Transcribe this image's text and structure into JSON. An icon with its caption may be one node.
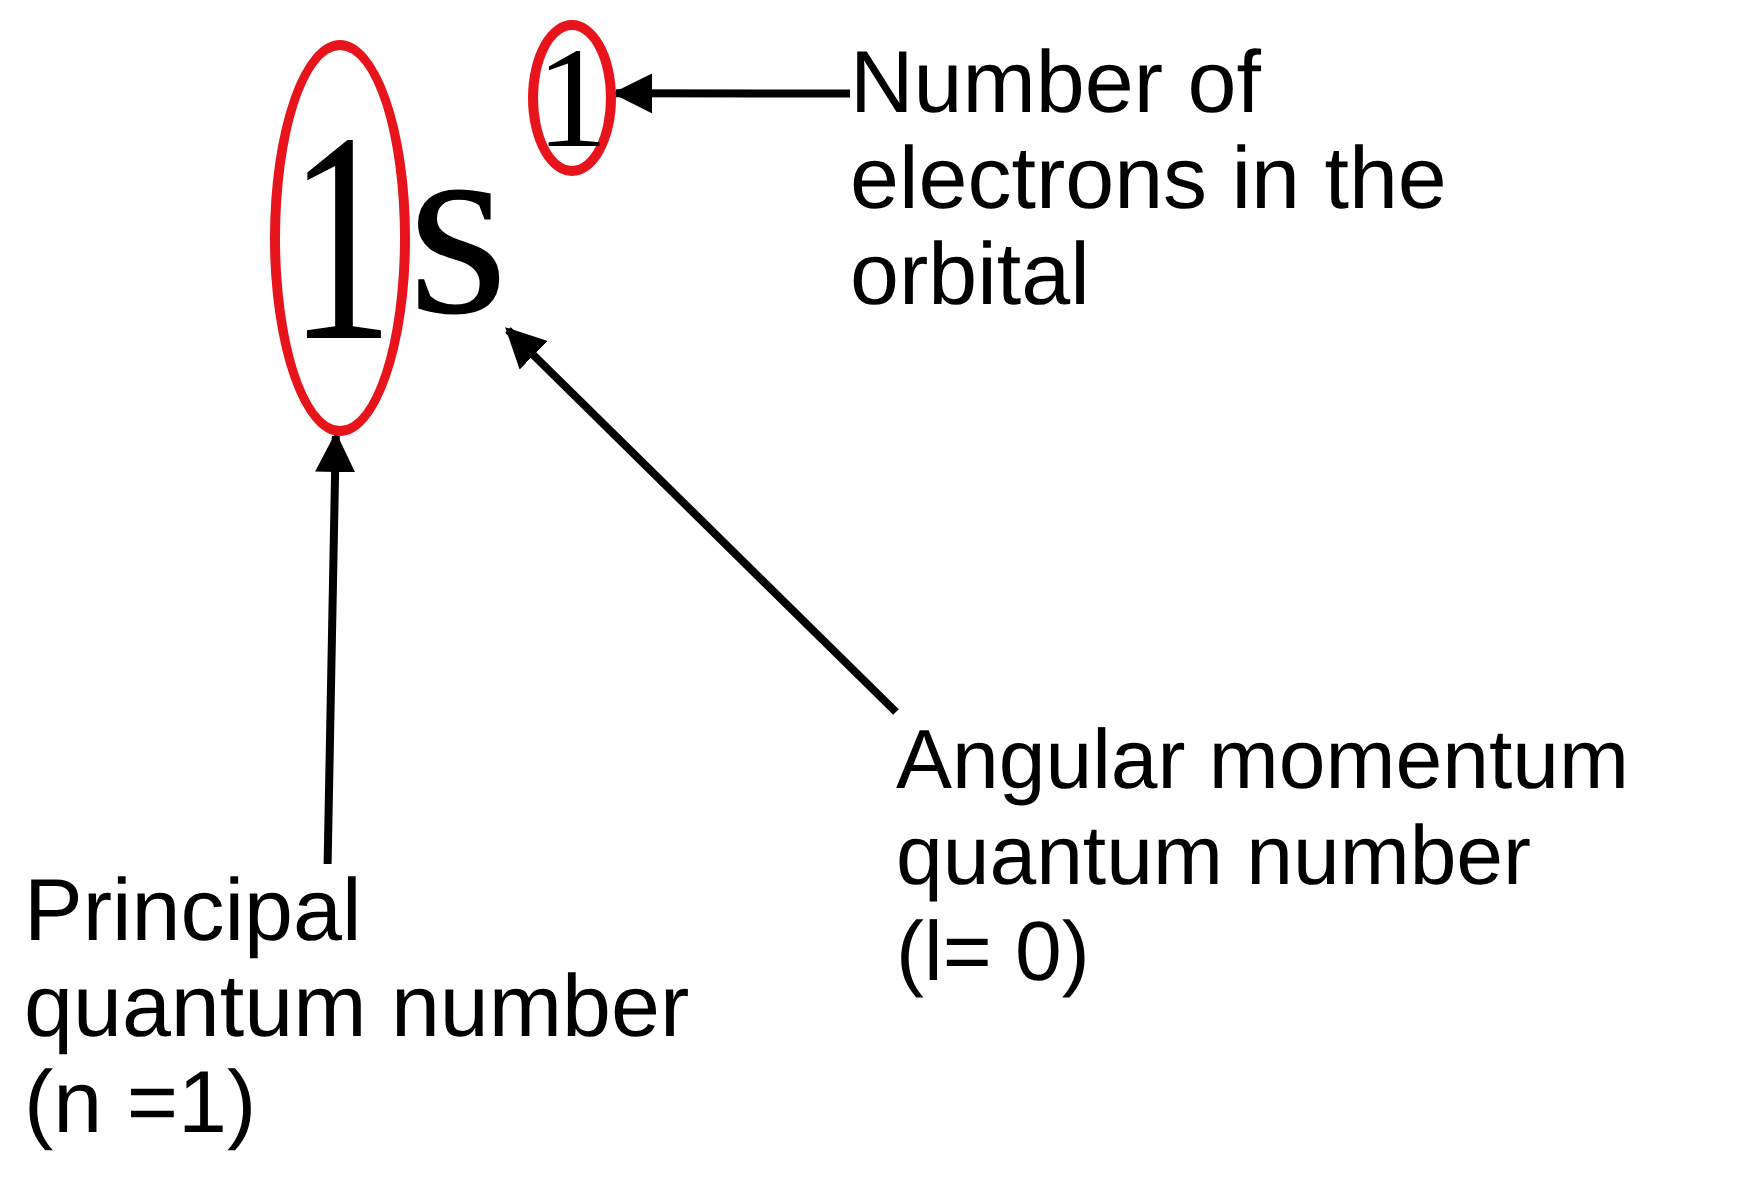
{
  "diagram": {
    "nodes": [
      {
        "text": [
          "1"
        ]
      },
      {
        "text": [
          "s"
        ]
      },
      {
        "text": [
          "1"
        ]
      },
      {
        "text": [
          "Number of electrons in the orbital"
        ]
      },
      {
        "text": [
          "Angular momentum quantum number (l= 0)"
        ]
      },
      {
        "text": [
          "Principal quantum number (n =1)"
        ]
      }
    ],
    "edges": [
      {
        "from": 3,
        "to": 2,
        "arrow": "to"
      },
      {
        "from": 4,
        "to": 1,
        "arrow": "to"
      },
      {
        "from": 5,
        "to": 0,
        "arrow": "to"
      }
    ]
  }
}
